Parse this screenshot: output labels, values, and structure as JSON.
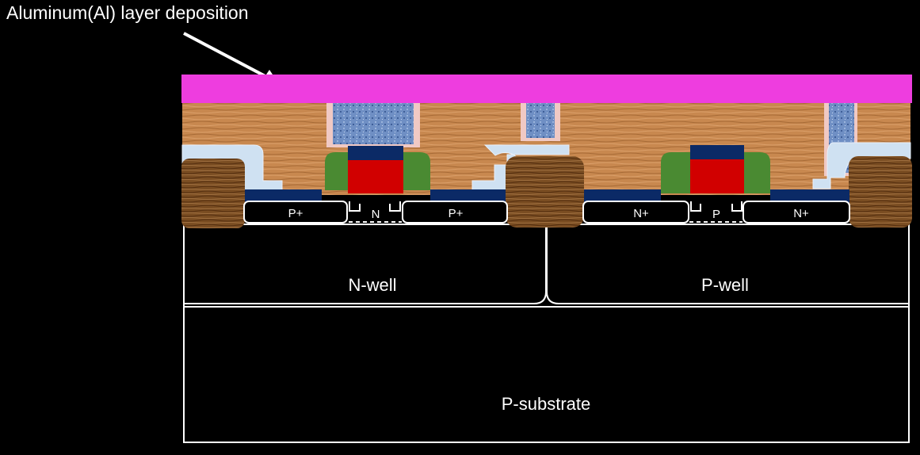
{
  "title": "Aluminum(Al) layer deposition",
  "labels": {
    "p_plus_left": "P+",
    "n_channel": "N",
    "p_plus_right": "P+",
    "n_plus_left": "N+",
    "p_channel": "P",
    "n_plus_right": "N+",
    "n_well": "N-well",
    "p_well": "P-well",
    "p_substrate": "P-substrate"
  },
  "colors": {
    "background": "#000000",
    "aluminum": "#ee3ddf",
    "oxide": "#c8884f",
    "field_oxide": "#7a4d22",
    "contact_fill": "#6f8fc4",
    "gate_poly": "#d10000",
    "gate_cap": "#0b2a66",
    "spacer": "#4a8a32",
    "diffusion": "#0b2a66",
    "passivation": "#cfe1f2",
    "outline": "#ffffff"
  }
}
